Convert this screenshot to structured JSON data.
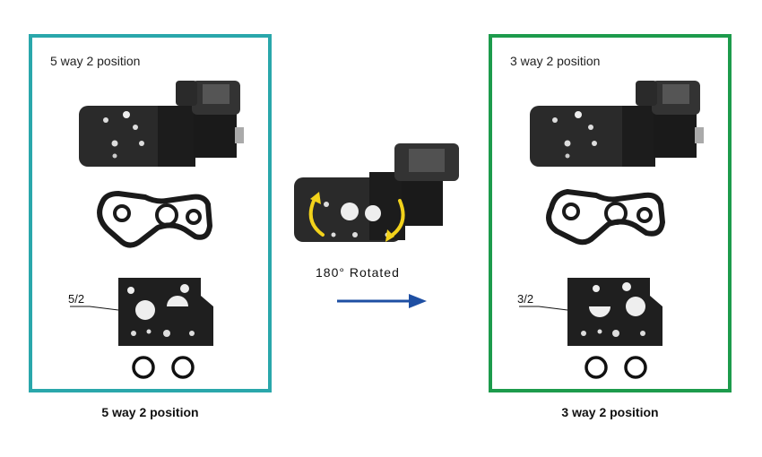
{
  "left_panel": {
    "title": "5 way 2 position",
    "plate_label": "5/2",
    "border_color": "#2aa7ab"
  },
  "right_panel": {
    "title": "3 way 2 position",
    "plate_label": "3/2",
    "border_color": "#1d9b4c"
  },
  "center": {
    "rotation_text": "180° Rotated",
    "arrow_color": "#1e4fa3",
    "rotation_arrow_color": "#f2d21b"
  },
  "captions": {
    "left": "5 way 2 position",
    "right": "3 way 2 position"
  }
}
